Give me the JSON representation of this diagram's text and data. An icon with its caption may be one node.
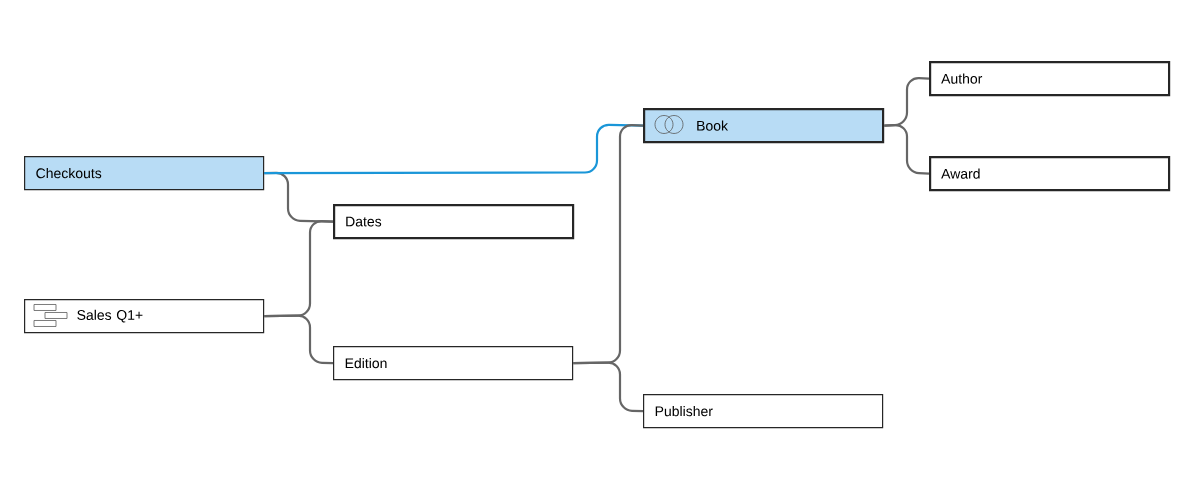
{
  "diagram": {
    "nodes": [
      {
        "text": [
          "Checkouts"
        ]
      },
      {
        "text": [
          "Sales Q1+"
        ]
      },
      {
        "text": [
          "Dates"
        ]
      },
      {
        "text": [
          "Edition"
        ]
      },
      {
        "text": [
          "Book"
        ]
      },
      {
        "text": [
          "Publisher"
        ]
      },
      {
        "text": [
          "Author"
        ]
      },
      {
        "text": [
          "Award"
        ]
      }
    ],
    "edges": [
      {
        "from": 0,
        "to": 2,
        "arrow": "none"
      },
      {
        "from": 1,
        "to": 2,
        "arrow": "none"
      },
      {
        "from": 1,
        "to": 3,
        "arrow": "none"
      },
      {
        "from": 0,
        "to": 4,
        "arrow": "none",
        "color": "#1a96d8"
      },
      {
        "from": 3,
        "to": 4,
        "arrow": "none"
      },
      {
        "from": 3,
        "to": 5,
        "arrow": "none"
      },
      {
        "from": 4,
        "to": 6,
        "arrow": "none"
      },
      {
        "from": 4,
        "to": 7,
        "arrow": "none"
      }
    ]
  }
}
